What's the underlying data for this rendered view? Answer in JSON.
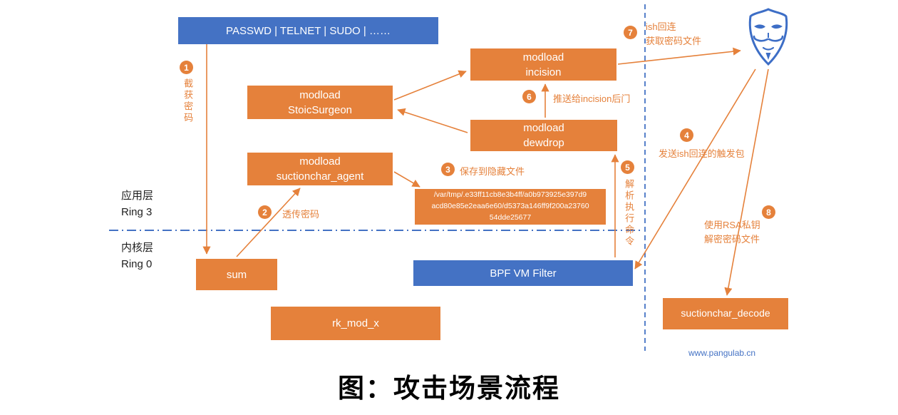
{
  "colors": {
    "orange": "#E5813B",
    "blue": "#4472C4"
  },
  "nodes": {
    "passwd": "PASSWD | TELNET | SUDO | ……",
    "incision": "modload\nincision",
    "stoicsurgeon": "modload\nStoicSurgeon",
    "dewdrop": "modload\ndewdrop",
    "suctionchar_agent": "modload\nsuctionchar_agent",
    "hidden_file_path": "/var/tmp/.e33ff11cb8e3b4ff/a0b973925e397d9\nacd80e85e2eaa6e60/d5373a146ff9f200a23760\n54dde25677",
    "sum": "sum",
    "bpf": "BPF VM Filter",
    "rk_mod_x": "rk_mod_x",
    "suctionchar_decode": "suctionchar_decode"
  },
  "layers": {
    "app_name": "应用层",
    "app_ring": "Ring 3",
    "kernel_name": "内核层",
    "kernel_ring": "Ring 0"
  },
  "steps": [
    {
      "num": "1",
      "label": "截获密码"
    },
    {
      "num": "2",
      "label": "透传密码"
    },
    {
      "num": "3",
      "label": "保存到隐藏文件"
    },
    {
      "num": "4",
      "label": "发送ish回连的触发包"
    },
    {
      "num": "5",
      "label": "解析执行命令"
    },
    {
      "num": "6",
      "label": "推送给incision后门"
    },
    {
      "num": "7",
      "label": "ish回连\n获取密码文件"
    },
    {
      "num": "8",
      "label": "使用RSA私钥\n解密密码文件"
    }
  ],
  "watermark": "www.pangulab.cn",
  "caption": "图：攻击场景流程"
}
